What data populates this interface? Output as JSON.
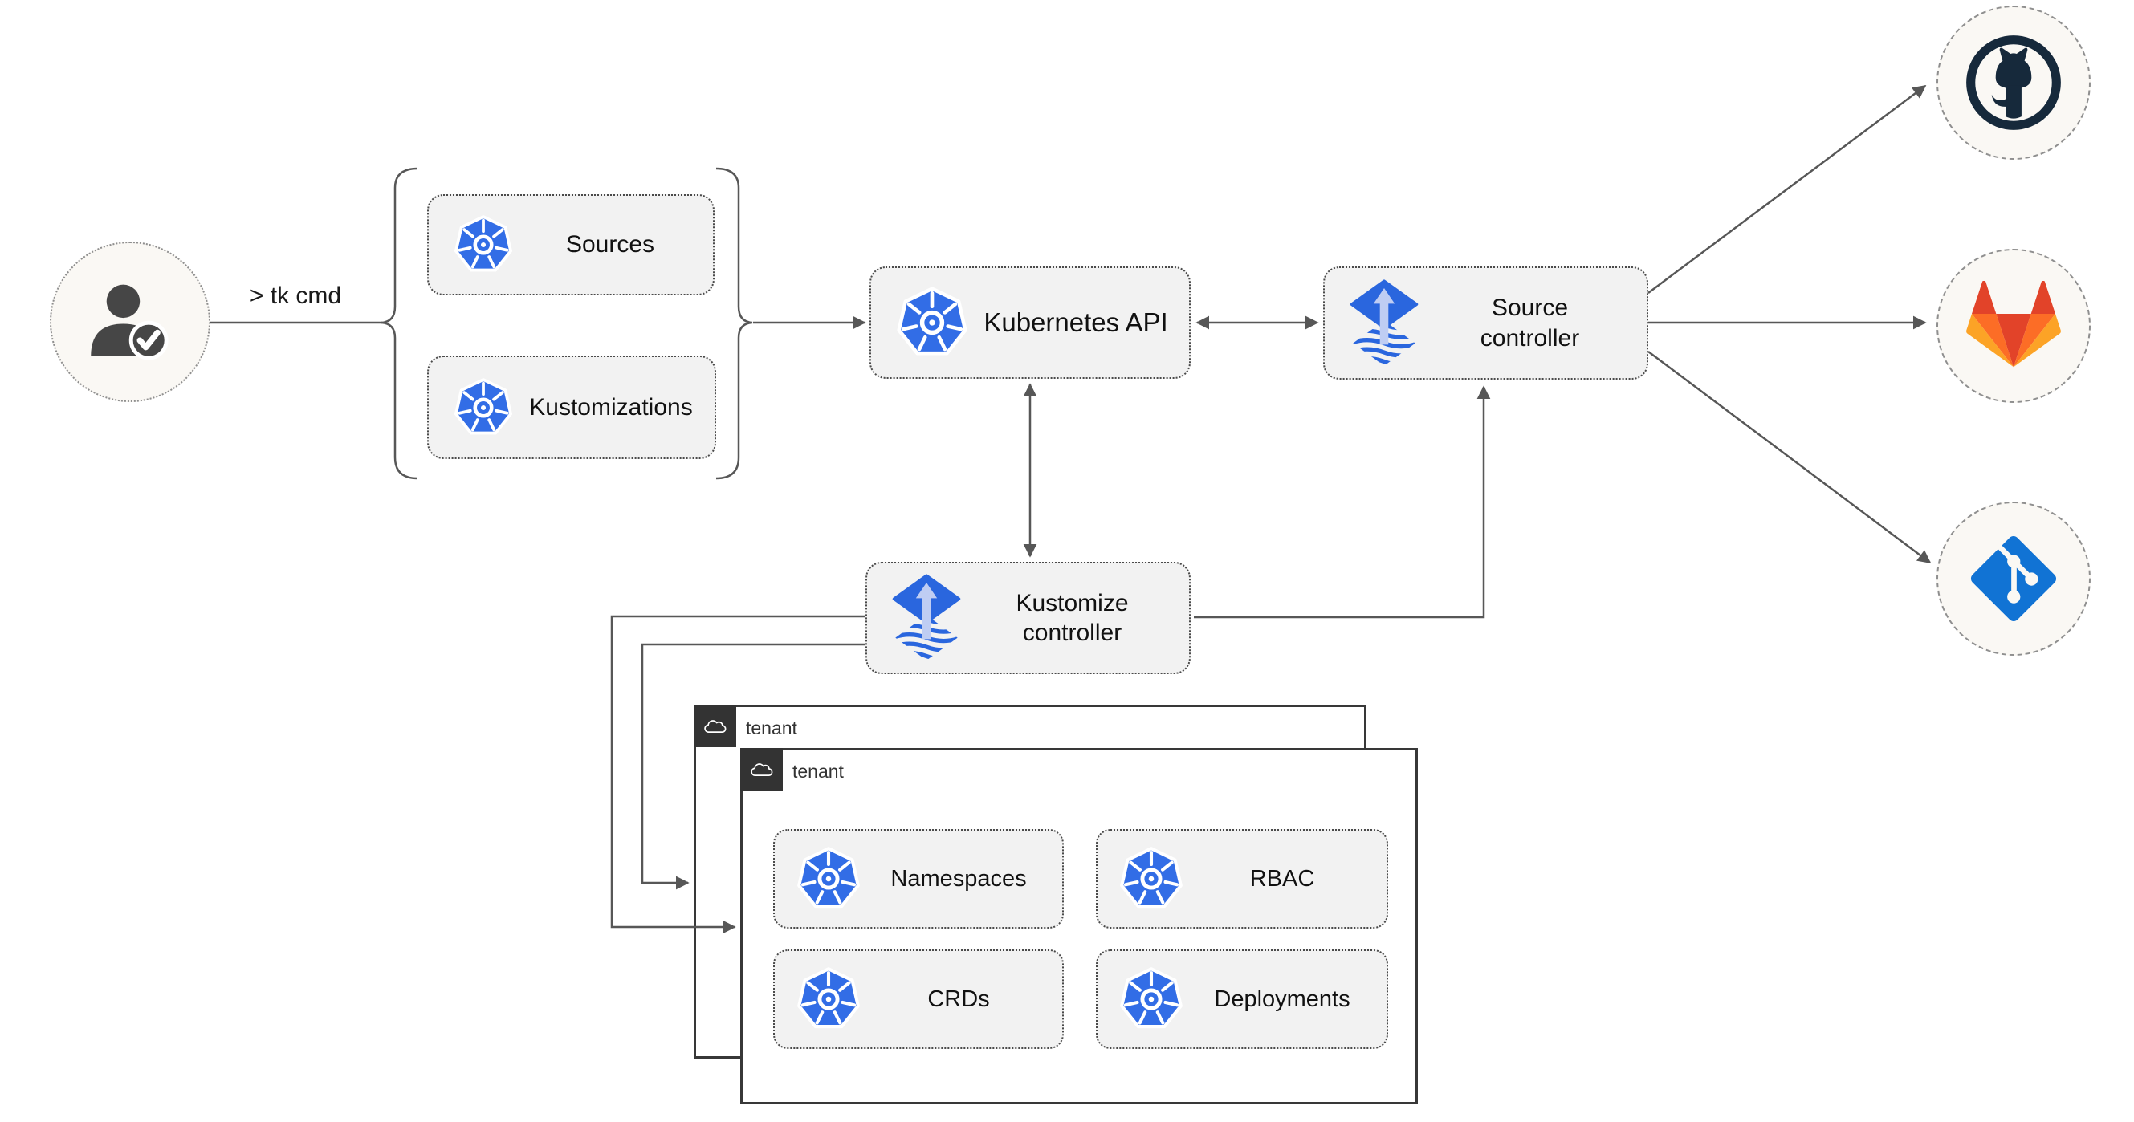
{
  "user": {
    "icon": "user-check-icon",
    "command_label": "> tk cmd"
  },
  "crd_group": {
    "sources": {
      "icon": "kubernetes-icon",
      "label": "Sources"
    },
    "kustomizations": {
      "icon": "kubernetes-icon",
      "label": "Kustomizations"
    }
  },
  "nodes": {
    "kubernetes_api": {
      "icon": "kubernetes-icon",
      "label": "Kubernetes API"
    },
    "source_controller": {
      "icon": "flux-icon",
      "line1": "Source",
      "line2": "controller"
    },
    "kustomize_controller": {
      "icon": "flux-icon",
      "line1": "Kustomize",
      "line2": "controller"
    }
  },
  "tenants": [
    {
      "label": "tenant",
      "icon": "cloud-icon"
    },
    {
      "label": "tenant",
      "icon": "cloud-icon",
      "resources": [
        {
          "icon": "kubernetes-icon",
          "label": "Namespaces"
        },
        {
          "icon": "kubernetes-icon",
          "label": "RBAC"
        },
        {
          "icon": "kubernetes-icon",
          "label": "CRDs"
        },
        {
          "icon": "kubernetes-icon",
          "label": "Deployments"
        }
      ]
    }
  ],
  "git_providers": [
    {
      "icon": "github-icon"
    },
    {
      "icon": "gitlab-icon"
    },
    {
      "icon": "git-icon"
    }
  ],
  "colors": {
    "k8s_blue": "#326de6",
    "flux_blue": "#2a66de",
    "flux_light": "#bfcdf3",
    "github_navy": "#16293b",
    "gitlab_red": "#e24329",
    "gitlab_orange": "#fc6d26",
    "gitlab_light": "#fca326",
    "git_blue": "#1173d4",
    "line_gray": "#575757",
    "person_gray": "#464646",
    "box_fill": "#f2f2f2",
    "circle_fill": "#faf8f4"
  }
}
